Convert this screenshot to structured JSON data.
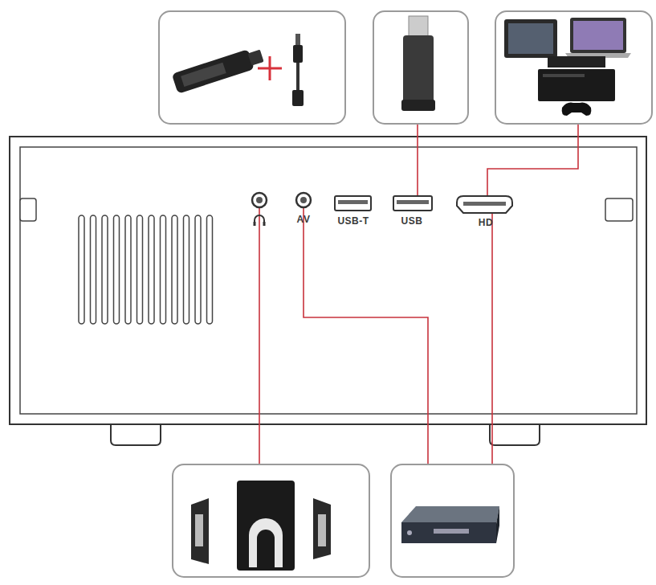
{
  "diagram": {
    "labels": [
      "AV",
      "USB-T",
      "USB",
      "HD"
    ]
  }
}
